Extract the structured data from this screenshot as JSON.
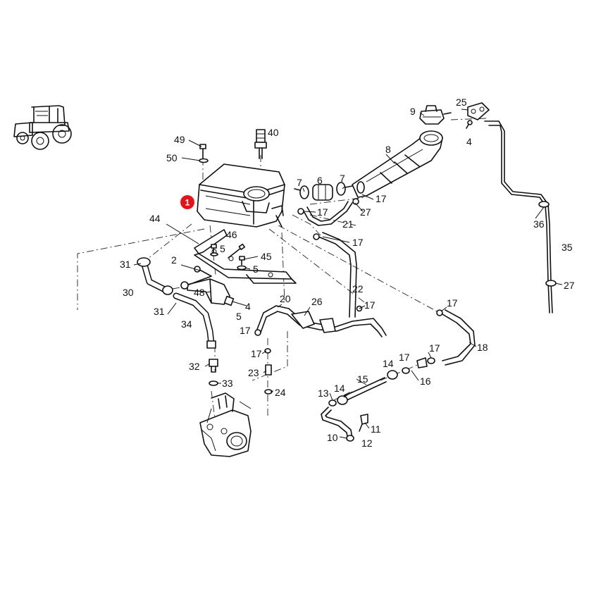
{
  "badge": {
    "number": "1",
    "color": "#e3131b"
  },
  "callouts": [
    "49",
    "50",
    "40",
    "9",
    "25",
    "4",
    "8",
    "7",
    "6",
    "7",
    "17",
    "17",
    "27",
    "21",
    "17",
    "44",
    "46",
    "5",
    "45",
    "5",
    "2",
    "31",
    "30",
    "48",
    "31",
    "34",
    "5",
    "4",
    "20",
    "26",
    "22",
    "17",
    "17",
    "17",
    "18",
    "17",
    "23",
    "24",
    "32",
    "33",
    "14",
    "17",
    "17",
    "16",
    "15",
    "14",
    "13",
    "11",
    "10",
    "12",
    "36",
    "35",
    "27"
  ],
  "icons": {
    "thumbnail": "tractor-icon"
  }
}
